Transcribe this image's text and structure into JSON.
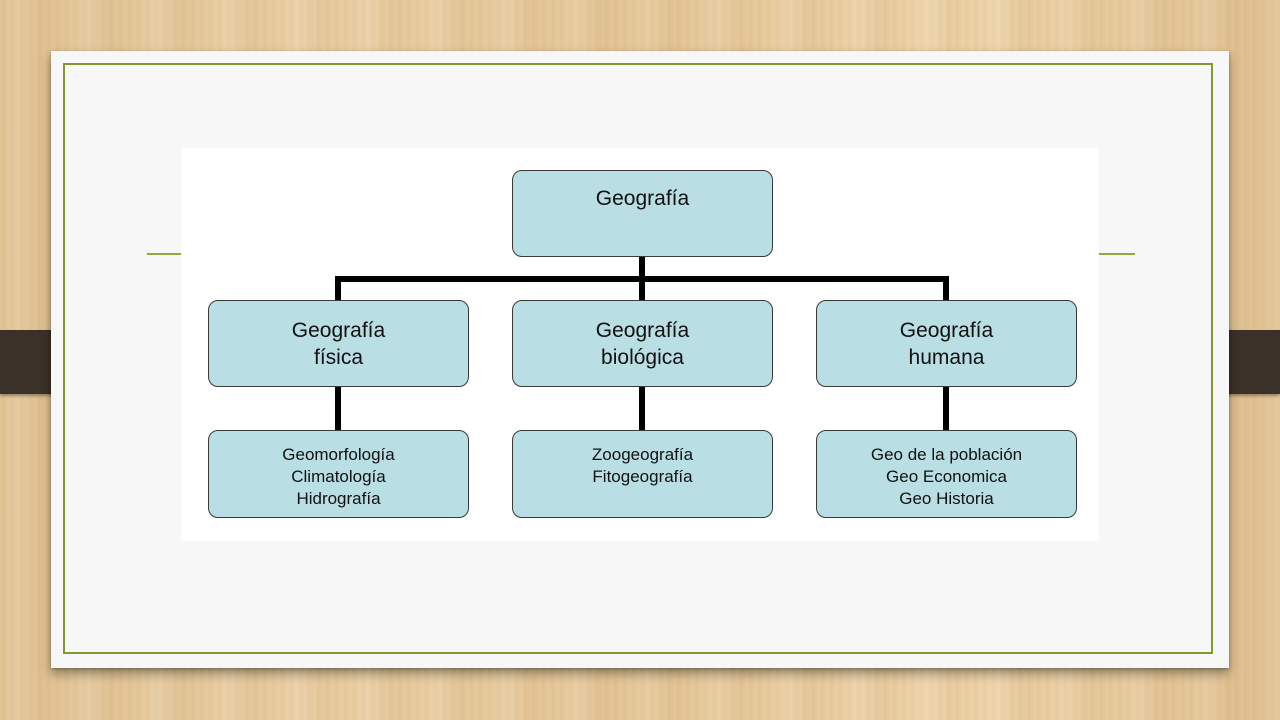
{
  "diagram": {
    "root": "Geografía",
    "branches": [
      {
        "title_line1": "Geografía",
        "title_line2": "física",
        "subtopics": [
          "Geomorfología",
          "Climatología",
          "Hidrografía"
        ]
      },
      {
        "title_line1": "Geografía",
        "title_line2": "biológica",
        "subtopics": [
          "Zoogeografía",
          "Fitogeografía"
        ]
      },
      {
        "title_line1": "Geografía",
        "title_line2": "humana",
        "subtopics": [
          "Geo de la población",
          "Geo Economica",
          "Geo Historia"
        ]
      }
    ]
  },
  "colors": {
    "node_fill": "#b9dee3",
    "node_border": "#3a3a3a",
    "frame_accent": "#7f9a2e"
  }
}
